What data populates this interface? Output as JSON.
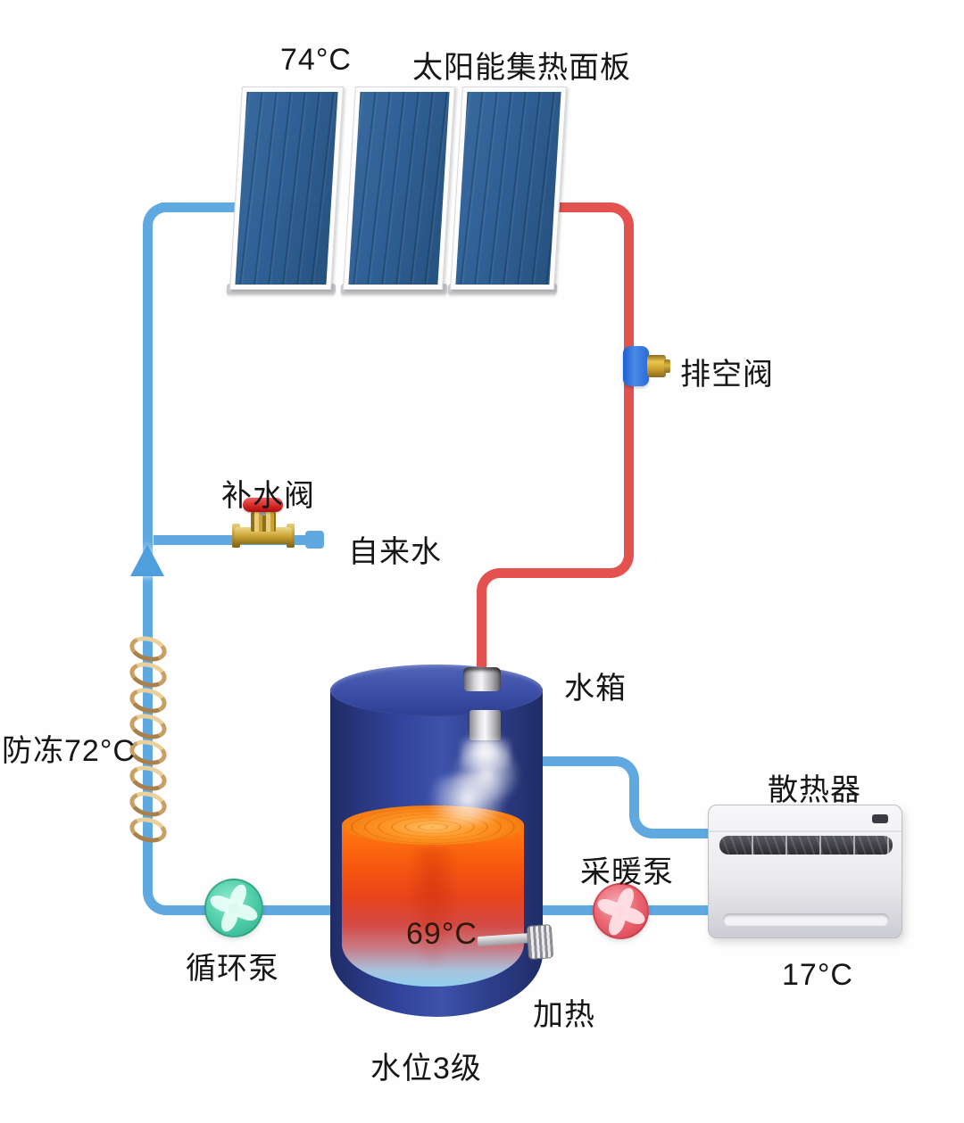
{
  "labels": {
    "collector_temp": "74°C",
    "collector_panel": "太阳能集热面板",
    "drain_valve": "排空阀",
    "fill_valve": "补水阀",
    "tap_water": "自来水",
    "antifreeze_temp": "防冻72°C",
    "water_tank": "水箱",
    "radiator": "散热器",
    "heating_pump": "采暖泵",
    "circulation_pump": "循环泵",
    "heating": "加热",
    "water_level": "水位3级",
    "tank_temp": "69°C",
    "room_temp": "17°C"
  },
  "colors": {
    "pipe_cold": "#5fa9e0",
    "pipe_hot": "#e4524f",
    "panel_glass": "#2f5f95",
    "tank_shell": "#31439b",
    "water_hot_top": "#f57d12",
    "water_cool_bottom": "#8fd0ee",
    "circulation_pump": "#44c8a4",
    "heating_pump": "#e85a66",
    "brass": "#c9a233",
    "valve_handle": "#cb1c1c",
    "drain_valve_blue": "#2a6ad6"
  }
}
